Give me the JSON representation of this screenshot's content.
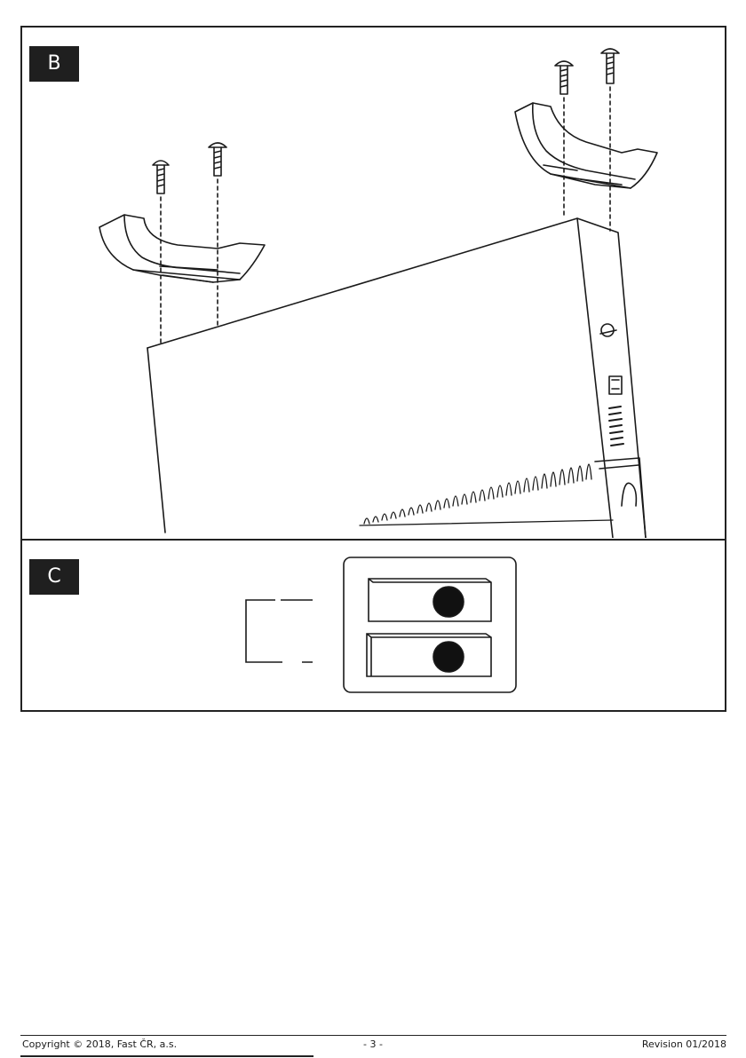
{
  "panels": {
    "b": {
      "label": "B"
    },
    "c": {
      "label": "C"
    }
  },
  "footer": {
    "copyright": "Copyright © 2018, Fast ČR, a.s.",
    "page_number": "- 3 -",
    "revision": "Revision 01/2018"
  }
}
